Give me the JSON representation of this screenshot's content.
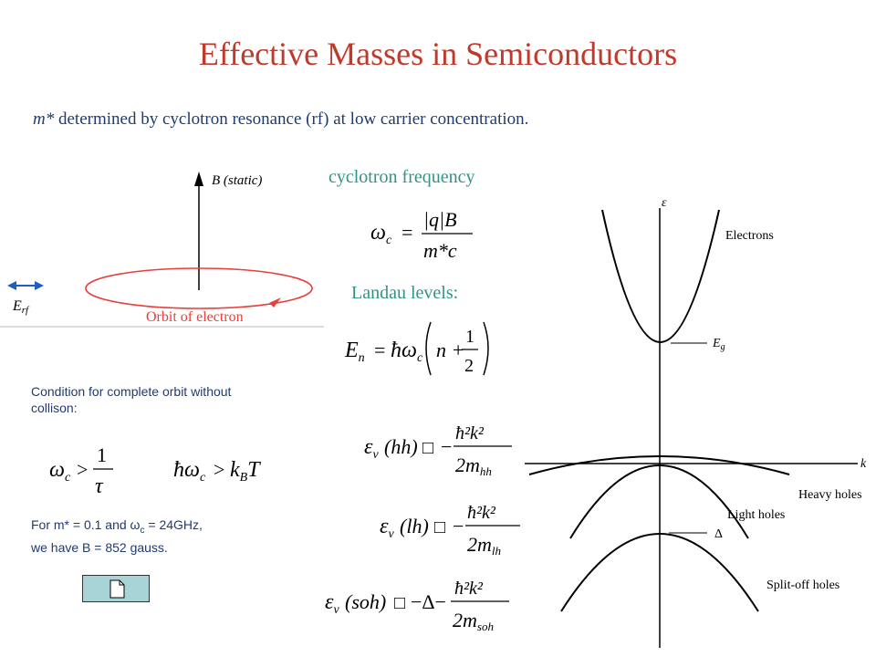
{
  "slide": {
    "title": "Effective Masses in Semiconductors",
    "subtitle_symbol": "m*",
    "subtitle_rest": " determined by cyclotron resonance (rf) at low carrier concentration.",
    "cyclotron_label": "cyclotron frequency",
    "landau_label": "Landau levels:",
    "condition_text": "Condition for complete orbit without collison:",
    "example_line1": "For m* = 0.1 and ω",
    "example_sub": "c",
    "example_line1_end": " = 24GHz,",
    "example_line2": "we have B = 852 gauss."
  },
  "orbit_figure": {
    "b_label": "B (static)",
    "erf_label": "E",
    "erf_sub": "rf",
    "orbit_label": "Orbit of electron",
    "orbit_color": "#e8403a",
    "arrow_color": "#1f5fbf"
  },
  "band_figure": {
    "energy_axis_label": "ε",
    "k_axis_label": "k",
    "electrons_label": "Electrons",
    "eg_label": "E",
    "eg_sub": "g",
    "heavy_holes_label": "Heavy holes",
    "light_holes_label": "Light holes",
    "delta_label": "Δ",
    "split_off_label": "Split-off holes"
  },
  "equations": {
    "omega": "ω",
    "c_sub": "c",
    "qB": "|q|B",
    "mstar_c": "m*c",
    "En": "E",
    "n_sub": "n",
    "hbar": "ħ",
    "n_plus": "n +",
    "one": "1",
    "two": "2",
    "eps": "ε",
    "v_sub": "v",
    "lh": "(lh)",
    "hh": "(hh)",
    "soh": "(soh)",
    "box_glyph": "□",
    "hk2": "ħ²k²",
    "two_m": "2m",
    "hh_sub": "hh",
    "lh_sub": "lh",
    "soh_sub": "soh",
    "minus": "−",
    "minus_delta_minus": "−Δ−",
    "gt": ">",
    "tau": "τ",
    "kB": "k",
    "B_sub": "B",
    "T": "T"
  },
  "document_button": {
    "icon": "document-icon"
  }
}
